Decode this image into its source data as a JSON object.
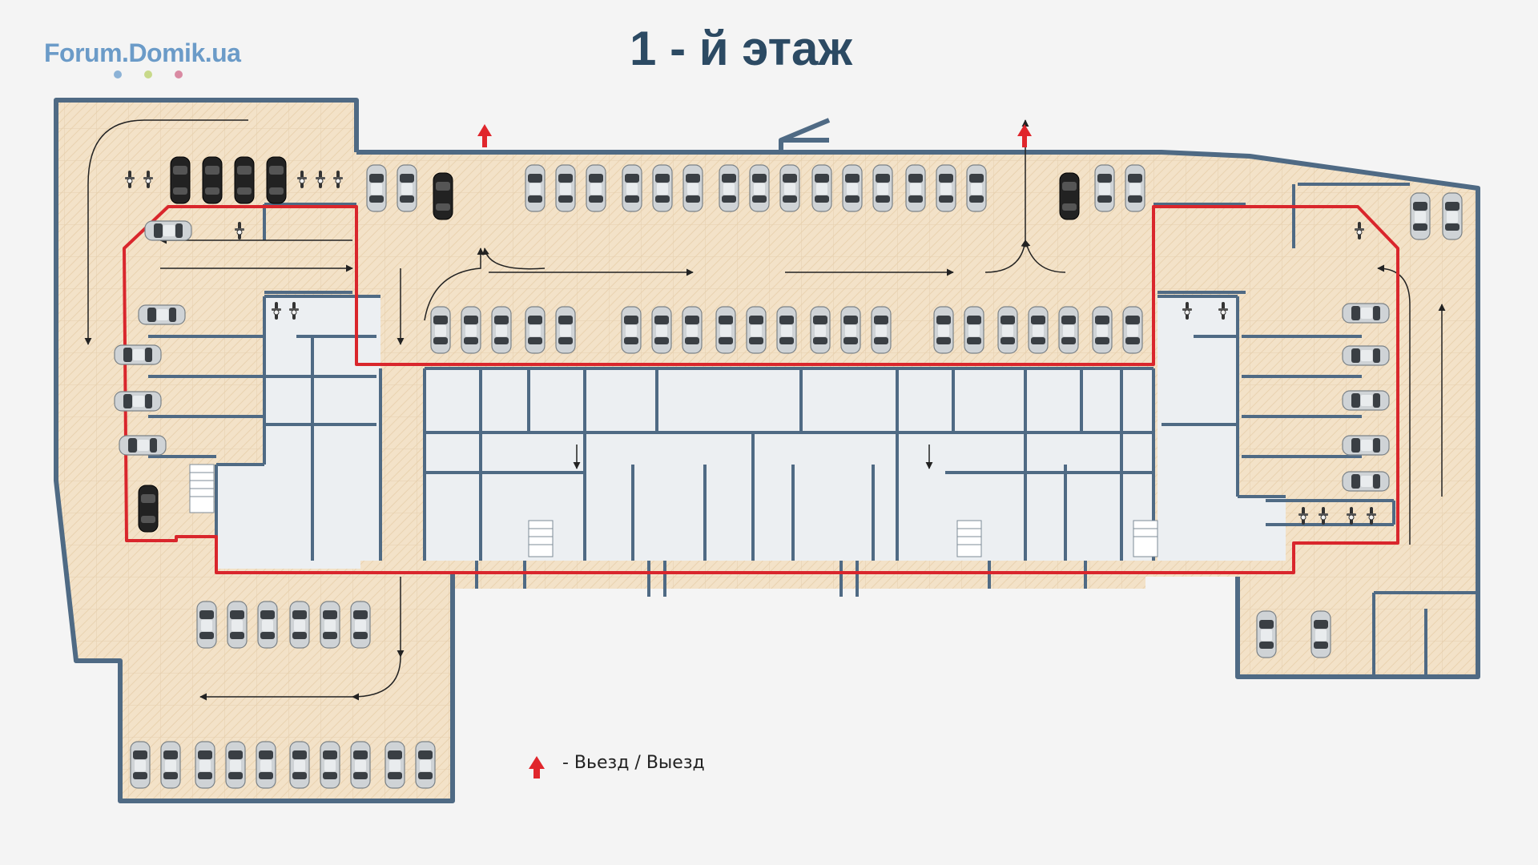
{
  "brand": {
    "logo_text": "Forum.Domik.ua",
    "logo_color": "#6b9bc8",
    "dot_colors": [
      "#8cb2d6",
      "#c8d98a",
      "#d98aa2"
    ]
  },
  "title": "1 - й этаж",
  "legend": {
    "icon": "red-up-arrow-icon",
    "text": "- Вьезд / Выезд"
  },
  "colors": {
    "parking_floor": "#f3e2c8",
    "building_floor": "#eceff2",
    "walls": "#4f6a84",
    "boundary": "#d9262c",
    "entry_arrow": "#e0262c",
    "title": "#2c4a63"
  },
  "icons": [
    "car-icon",
    "motorcycle-icon",
    "direction-arrow-icon"
  ]
}
